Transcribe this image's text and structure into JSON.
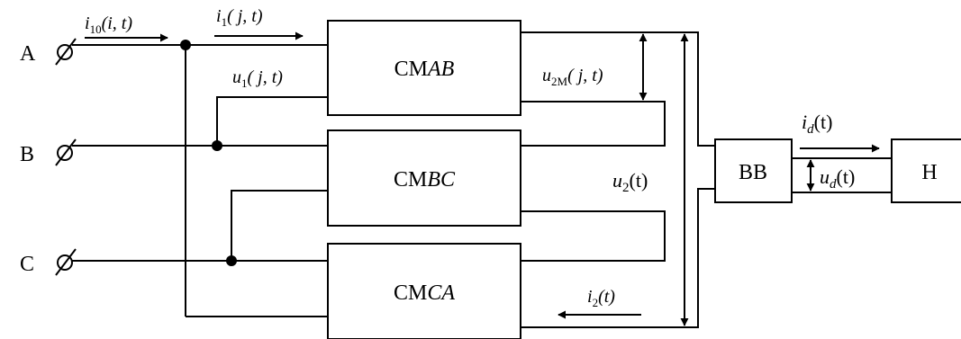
{
  "inputs": {
    "a": "A",
    "b": "B",
    "c": "C"
  },
  "blocks": {
    "cm_ab": {
      "prefix": "CM",
      "suffix": "AB"
    },
    "cm_bc": {
      "prefix": "CM",
      "suffix": "BC"
    },
    "cm_ca": {
      "prefix": "CM",
      "suffix": "CA"
    },
    "bb": "BB",
    "h": "H"
  },
  "signals": {
    "i10": {
      "base": "i",
      "sub": "10",
      "args": "(i, t)"
    },
    "i1": {
      "base": "i",
      "sub": "1",
      "args": "( j, t)"
    },
    "u1": {
      "base": "u",
      "sub": "1",
      "args": "( j, t)"
    },
    "u2m": {
      "base": "u",
      "sub": "2M",
      "args": "( j, t)"
    },
    "u2": {
      "base": "u",
      "sub": "2",
      "args": "(t)"
    },
    "i2": {
      "base": "i",
      "sub": "2",
      "args": "(t)"
    },
    "id": {
      "base": "i",
      "sub": "d",
      "args": "(t)"
    },
    "ud": {
      "base": "u",
      "sub": "d",
      "args": "(t)"
    }
  }
}
